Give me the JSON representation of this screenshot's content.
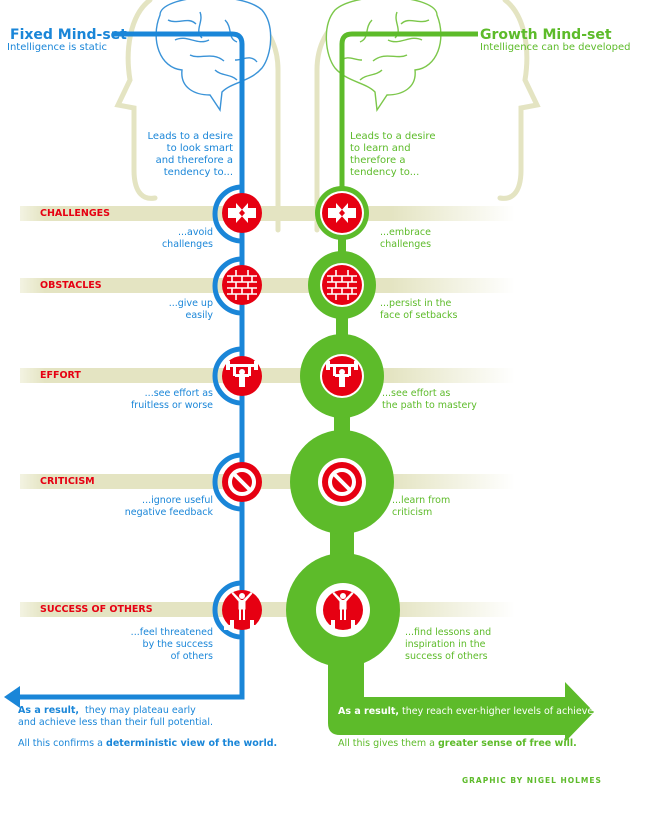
{
  "fixed": {
    "title": "Fixed Mind-set",
    "subtitle": "Intelligence is static",
    "lead": "Leads to a desire\nto look smart\nand therefore a\ntendency to...",
    "result_bold": "As a result,",
    "result_text": "they may plateau early\nand achieve less than their full potential.",
    "confirm_text": "All this confirms a",
    "confirm_bold": "deterministic view of the world."
  },
  "growth": {
    "title": "Growth Mind-set",
    "subtitle": "Intelligence can be developed",
    "lead": "Leads to a desire\nto learn and\ntherefore a\ntendency to...",
    "result_bold": "As a result,",
    "result_text": "they reach ever-higher levels of achievement.",
    "confirm_text": "All this gives them a",
    "confirm_bold": "greater sense of free will."
  },
  "rows": [
    {
      "label": "CHALLENGES",
      "icon": "arrows-converging-icon",
      "fixed": "...avoid\nchallenges",
      "growth": "...embrace\nchallenges"
    },
    {
      "label": "OBSTACLES",
      "icon": "brick-wall-icon",
      "fixed": "...give up\neasily",
      "growth": "...persist in the\nface of setbacks"
    },
    {
      "label": "EFFORT",
      "icon": "weightlifter-icon",
      "fixed": "...see effort as\nfruitless or worse",
      "growth": "...see effort as\nthe path to mastery"
    },
    {
      "label": "CRITICISM",
      "icon": "prohibited-icon",
      "fixed": "...ignore useful\nnegative feedback",
      "growth": "...learn from\ncriticism"
    },
    {
      "label": "SUCCESS OF OTHERS",
      "icon": "person-on-podium-icon",
      "fixed": "...feel threatened\nby the success\nof others",
      "growth": "...find lessons and\ninspiration in the\nsuccess of others"
    }
  ],
  "credit": "GRAPHIC BY NIGEL HOLMES",
  "colors": {
    "fixed": "#1a86d8",
    "growth": "#5dbb2a",
    "accent": "#e60012",
    "band": "#e4e4c2"
  }
}
